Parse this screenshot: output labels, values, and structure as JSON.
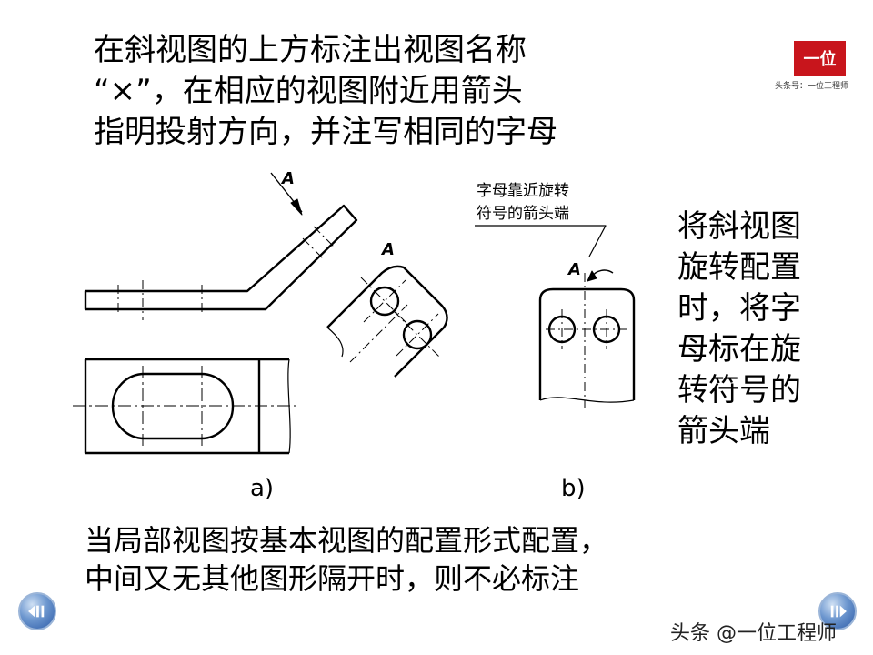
{
  "heading": {
    "lines": [
      "在斜视图的上方标注出视图名称",
      "“×”，在相应的视图附近用箭头",
      "指明投射方向，并注写相同的字母"
    ]
  },
  "side_note": {
    "lines": [
      "将斜视图",
      "旋转配置",
      "时，将字",
      "母标在旋",
      "转符号的",
      "箭头端"
    ]
  },
  "bottom_note": {
    "lines": [
      "当局部视图按基本视图的配置形式配置，",
      "中间又无其他图形隔开时，则不必标注"
    ]
  },
  "figure": {
    "label_a": "a)",
    "label_b": "b)",
    "view_letter": "A",
    "callout_line1": "字母靠近旋转",
    "callout_line2": "符号的箭头端"
  },
  "logo": {
    "text": "一位",
    "subtext": "头条号：一位工程师"
  },
  "footer": {
    "watermark": "头条 @一位工程师"
  },
  "colors": {
    "logo_red": "#c8151c",
    "nav_blue": "#2c5aa6"
  },
  "icons": {
    "prev": "prev-arrow-icon",
    "next": "next-arrow-icon"
  }
}
